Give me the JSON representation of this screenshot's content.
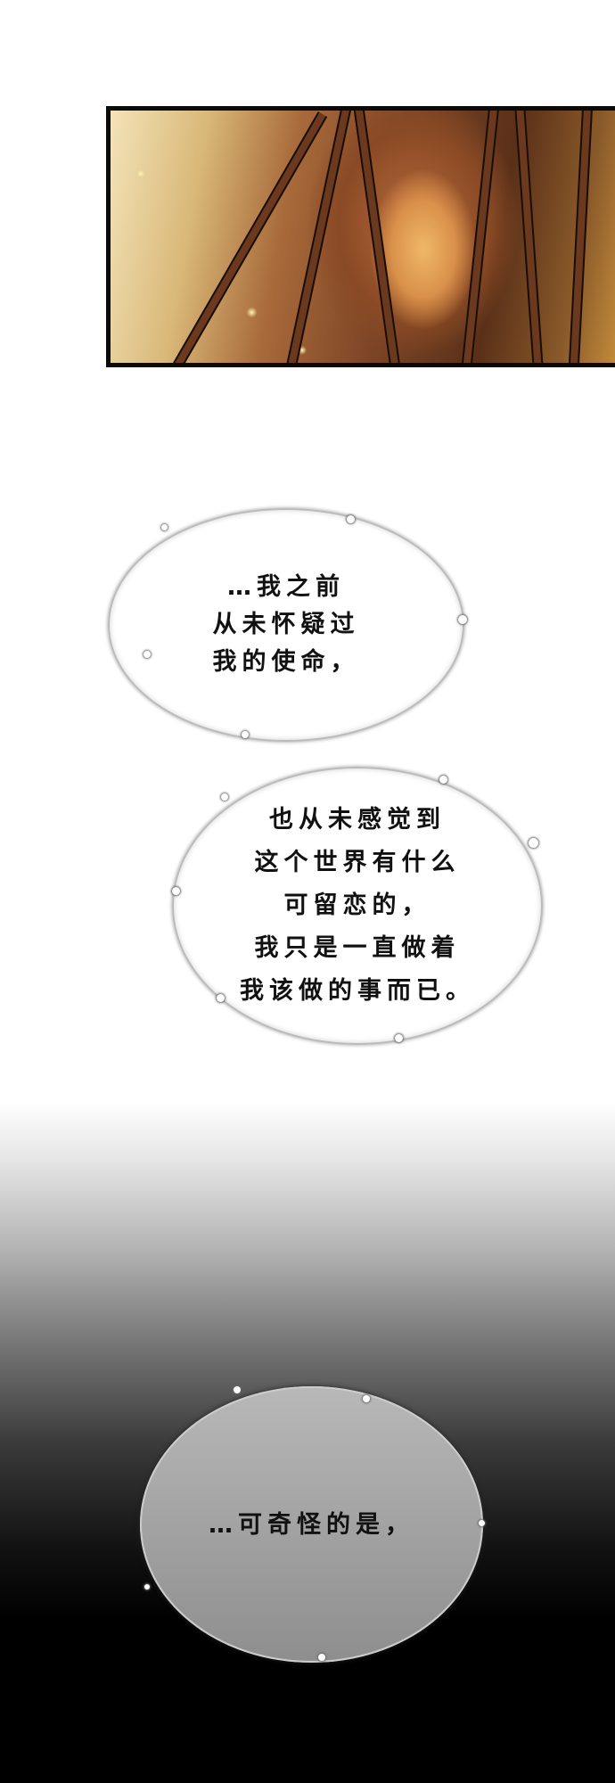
{
  "panel": {
    "description_icon": "comic-panel-art"
  },
  "bubbles": [
    {
      "lines": [
        "…我之前",
        "从未怀疑过",
        "我的使命，"
      ]
    },
    {
      "lines": [
        "也从未感觉到",
        "这个世界有什么",
        "可留恋的，",
        "我只是一直做着",
        "我该做的事而已。"
      ]
    },
    {
      "lines": [
        "…可奇怪的是，"
      ]
    }
  ],
  "colors": {
    "bubble_light": "#ffffff",
    "bubble_dark": "#999999",
    "background_bottom": "#000000"
  }
}
